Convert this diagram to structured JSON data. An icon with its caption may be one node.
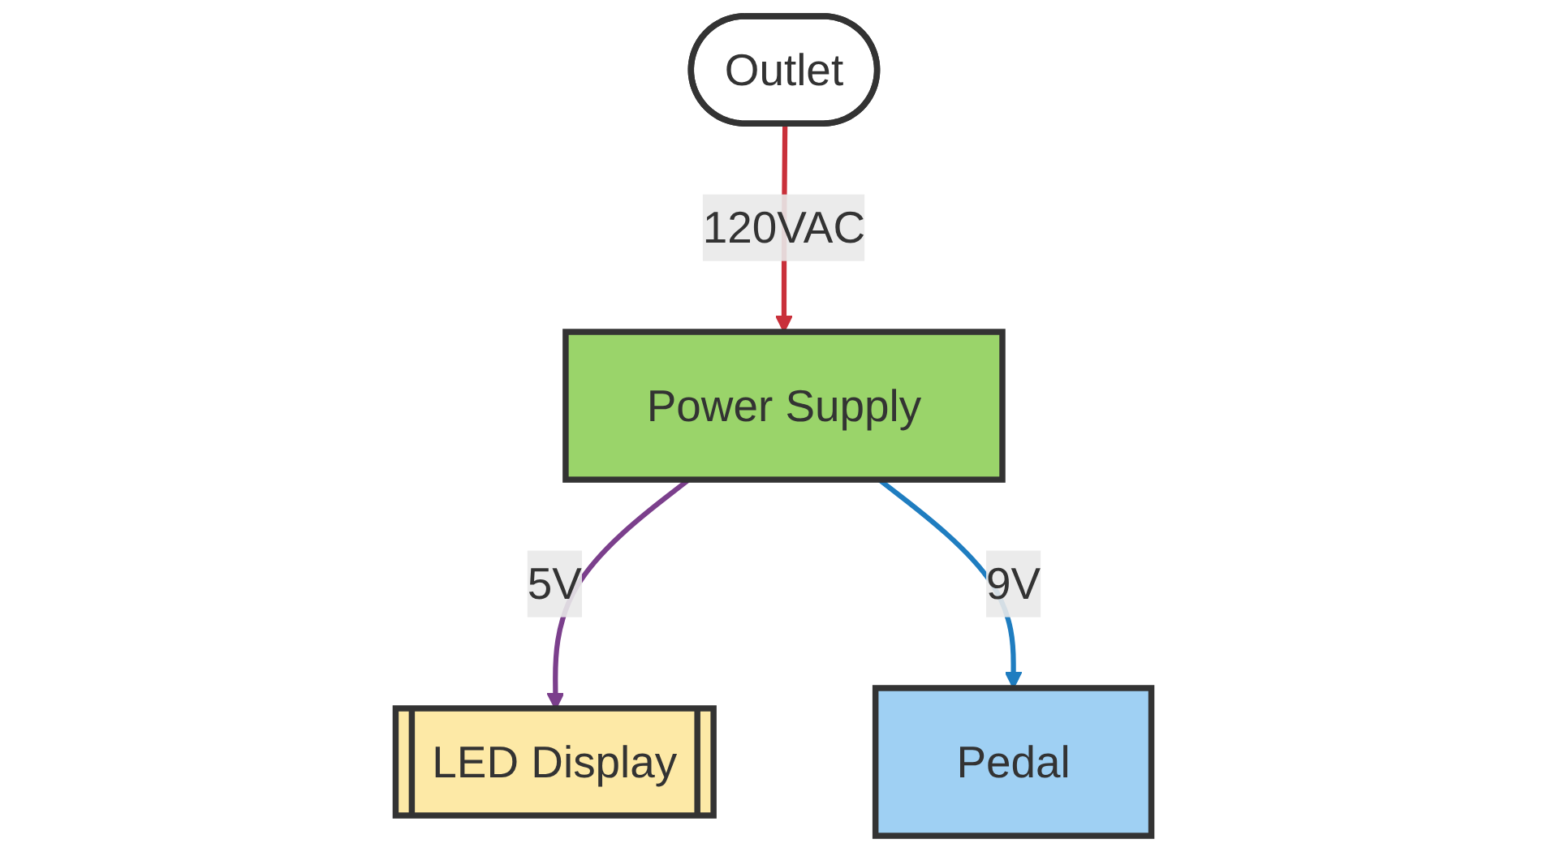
{
  "diagram": {
    "nodes": [
      {
        "text": [
          "Outlet"
        ]
      },
      {
        "text": [
          "LED Display"
        ]
      },
      {
        "text": [
          "Power Supply"
        ]
      },
      {
        "text": [
          "Pedal"
        ]
      }
    ],
    "edges": [
      {
        "from": 0,
        "to": 2,
        "arrow": "to",
        "label": "120VAC",
        "color": "#c9303a"
      },
      {
        "from": 2,
        "to": 1,
        "arrow": "to",
        "label": "5V",
        "color": "#7b3f8c"
      },
      {
        "from": 2,
        "to": 3,
        "arrow": "to",
        "label": "9V",
        "color": "#1f7dc0"
      }
    ]
  }
}
